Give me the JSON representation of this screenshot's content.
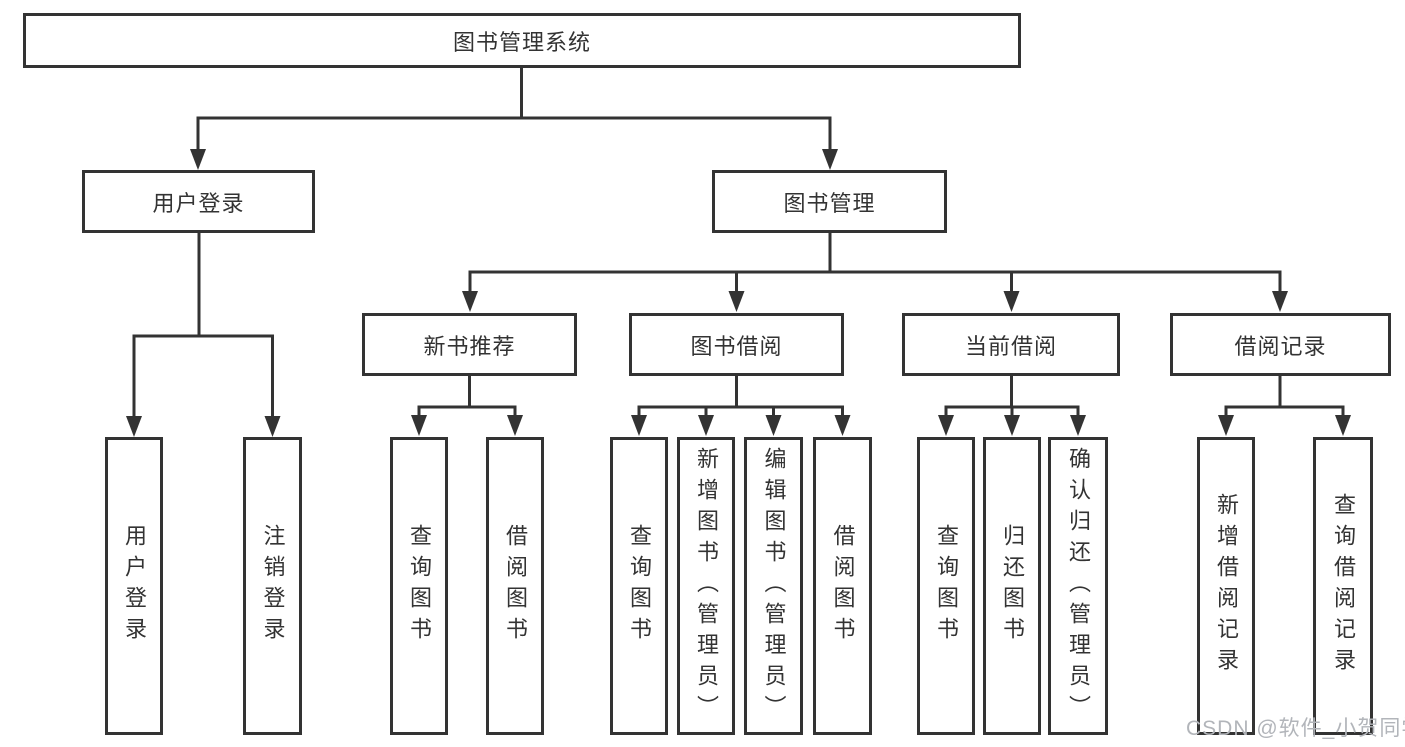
{
  "tree": {
    "root": {
      "label": "图书管理系统"
    },
    "branches": [
      {
        "label": "用户登录",
        "children": [
          {
            "label": "用户登录"
          },
          {
            "label": "注销登录"
          }
        ]
      },
      {
        "label": "图书管理",
        "sections": [
          {
            "label": "新书推荐",
            "children": [
              {
                "label": "查询图书"
              },
              {
                "label": "借阅图书"
              }
            ]
          },
          {
            "label": "图书借阅",
            "children": [
              {
                "label": "查询图书"
              },
              {
                "label": "新增图书（管理员）"
              },
              {
                "label": "编辑图书（管理员）"
              },
              {
                "label": "借阅图书"
              }
            ]
          },
          {
            "label": "当前借阅",
            "children": [
              {
                "label": "查询图书"
              },
              {
                "label": "归还图书"
              },
              {
                "label": "确认归还（管理员）"
              }
            ]
          },
          {
            "label": "借阅记录",
            "children": [
              {
                "label": "新增借阅记录"
              },
              {
                "label": "查询借阅记录"
              }
            ]
          }
        ]
      }
    ]
  },
  "watermark": {
    "text": "CSDN @软件_小贺同学"
  },
  "colors": {
    "line": "#333333",
    "text": "#333333",
    "watermark": "#b2b5ba",
    "background": "#ffffff"
  }
}
